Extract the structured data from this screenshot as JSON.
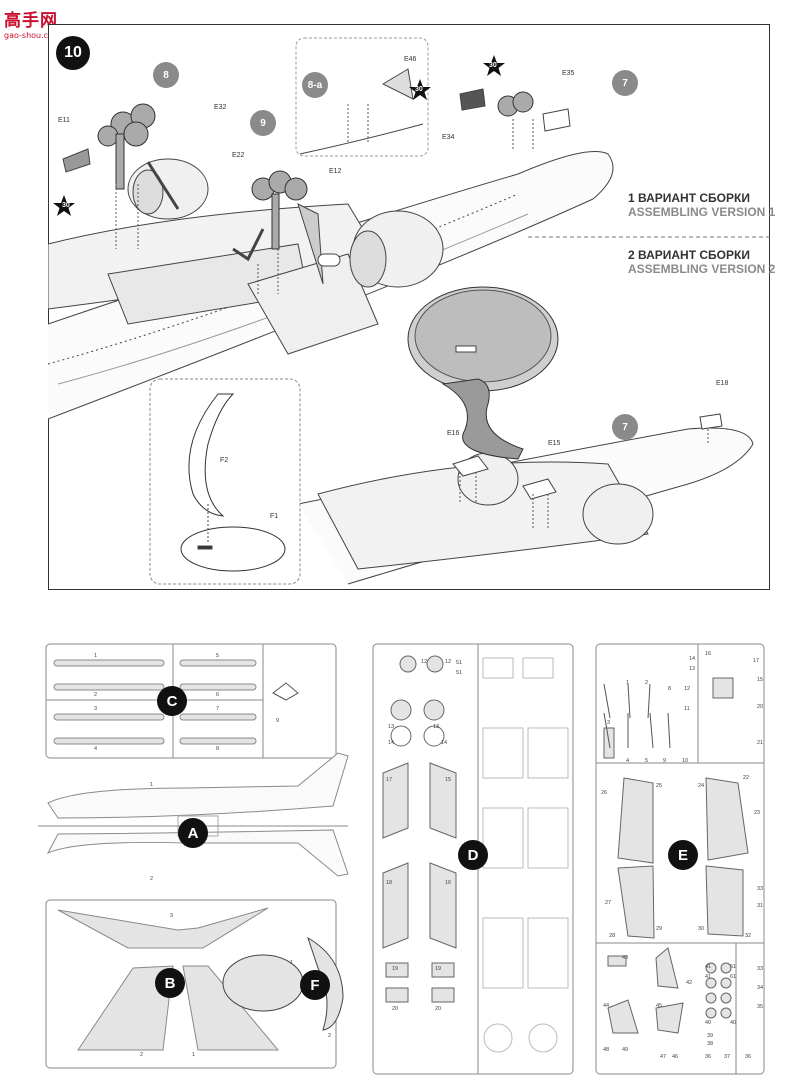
{
  "watermark": {
    "brand": "高手网",
    "url": "gao-shou.com"
  },
  "step": {
    "number": "10"
  },
  "callouts": {
    "c8": "8",
    "c8a": "8-а",
    "c9": "9",
    "c7_top": "7",
    "c7_bottom": "7"
  },
  "stars": {
    "s30a": "30",
    "s30b": "30",
    "s30c": "30"
  },
  "parts_top": {
    "e11": "E11",
    "e32": "E32",
    "e22": "E22",
    "e12": "E12",
    "e46": "E46",
    "e34": "E34",
    "e35": "E35",
    "e18": "E18",
    "e16": "E16",
    "e15": "E15",
    "f2": "F2",
    "f1": "F1"
  },
  "versions": {
    "v1_ru": "1 ВАРИАНТ СБОРКИ",
    "v1_en": "ASSEMBLING VERSION 1",
    "v2_ru": "2 ВАРИАНТ СБОРКИ",
    "v2_en": "ASSEMBLING VERSION 2"
  },
  "sprues": {
    "A": "A",
    "B": "B",
    "C": "C",
    "D": "D",
    "E": "E",
    "F": "F"
  },
  "sprue_c_parts": [
    "1",
    "2",
    "3",
    "4",
    "5",
    "6",
    "7",
    "8",
    "9"
  ],
  "sprue_a_parts": [
    "1",
    "2"
  ],
  "sprue_b_parts": [
    "3",
    "2",
    "1"
  ],
  "sprue_f_parts": [
    "1",
    "2"
  ],
  "sprue_d_parts": [
    "12",
    "12",
    "51",
    "51",
    "13",
    "13",
    "14",
    "14",
    "17",
    "15",
    "18",
    "16",
    "19",
    "19",
    "20",
    "20"
  ],
  "sprue_e_parts": [
    "14",
    "13",
    "16",
    "17",
    "15",
    "1",
    "2",
    "12",
    "8",
    "11",
    "20",
    "21",
    "3",
    "4",
    "5",
    "9",
    "10",
    "22",
    "23",
    "26",
    "25",
    "24",
    "27",
    "28",
    "29",
    "30",
    "31",
    "32",
    "33",
    "43",
    "42",
    "41",
    "41",
    "61",
    "61",
    "33",
    "34",
    "35",
    "39",
    "38",
    "44",
    "40",
    "40",
    "48",
    "49",
    "45",
    "47",
    "46",
    "36",
    "37",
    "36"
  ]
}
